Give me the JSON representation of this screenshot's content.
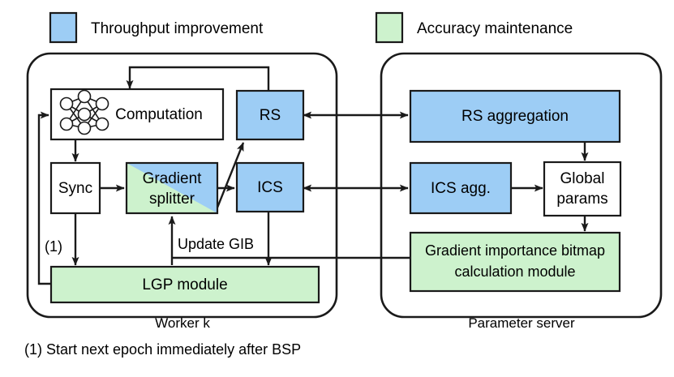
{
  "figure": {
    "type": "architecture-diagram",
    "footnote": "(1) Start next epoch immediately after BSP"
  },
  "colors": {
    "throughput_blue": "#9dcdf5",
    "accuracy_green": "#cdf2cd",
    "white": "#ffffff",
    "stroke": "#1a1a1a"
  },
  "legend": {
    "items": [
      {
        "label": "Throughput improvement",
        "color": "#9dcdf5",
        "key": "throughput"
      },
      {
        "label": "Accuracy maintenance",
        "color": "#cdf2cd",
        "key": "accuracy"
      }
    ]
  },
  "worker_panel": {
    "label": "Worker k",
    "nodes": {
      "computation": {
        "label": "Computation",
        "fill": "white",
        "icon": "neural-network-icon"
      },
      "sync": {
        "label": "Sync",
        "fill": "white"
      },
      "gradient_splitter": {
        "label_line1": "Gradient",
        "label_line2": "splitter",
        "fill": "split-green-blue"
      },
      "rs": {
        "label": "RS",
        "fill": "throughput_blue"
      },
      "ics": {
        "label": "ICS",
        "fill": "throughput_blue"
      },
      "lgp": {
        "label": "LGP module",
        "fill": "accuracy_green"
      }
    },
    "edge_labels": {
      "update_gib": "Update GIB",
      "start_next_epoch": "(1)"
    }
  },
  "server_panel": {
    "label": "Parameter server",
    "nodes": {
      "rs_aggregation": {
        "label": "RS aggregation",
        "fill": "throughput_blue"
      },
      "ics_aggregation": {
        "label": "ICS agg.",
        "fill": "throughput_blue"
      },
      "global_params": {
        "label_line1": "Global",
        "label_line2": "params",
        "fill": "white"
      },
      "gib_module": {
        "label_line1": "Gradient importance bitmap",
        "label_line2": "calculation module",
        "fill": "accuracy_green"
      }
    }
  }
}
